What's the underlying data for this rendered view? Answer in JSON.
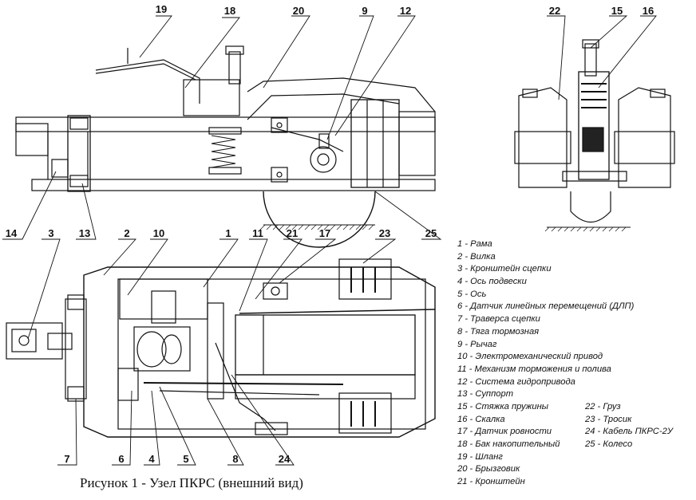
{
  "callouts": {
    "n1": "1",
    "n2": "2",
    "n3": "3",
    "n4": "4",
    "n5": "5",
    "n6": "6",
    "n7": "7",
    "n8": "8",
    "n9": "9",
    "n10": "10",
    "n11": "11",
    "n12": "12",
    "n13": "13",
    "n14": "14",
    "n15": "15",
    "n16": "16",
    "n17": "17",
    "n18": "18",
    "n19": "19",
    "n20": "20",
    "n21": "21",
    "n22": "22",
    "n23": "23",
    "n24": "24",
    "n25": "25"
  },
  "legend": [
    "1 - Рама",
    "2 - Вилка",
    "3 - Кронштейн сцепки",
    "4 - Ось подвески",
    "5 - Ось",
    "6 - Датчик линейных перемещений (ДЛП)",
    "7 - Траверса сцепки",
    "8 - Тяга тормозная",
    "9 - Рычаг",
    "10 - Электромеханический привод",
    "11 - Механизм торможения и полива",
    "12 - Система гидропривода",
    "13 - Суппорт"
  ],
  "legend_pairs": [
    [
      "15 - Стяжка пружины",
      "22 - Груз"
    ],
    [
      "16 - Скалка",
      "23 - Тросик"
    ],
    [
      "17 - Датчик ровности",
      "24 - Кабель ПКРС-2У"
    ],
    [
      "18 - Бак накопительный",
      "25 - Колесо"
    ]
  ],
  "legend_tail": [
    "19 - Шланг",
    "20 - Брызговик",
    "21 - Кронштейн"
  ],
  "caption": "Рисунок 1 - Узел ПКРС (внешний вид)"
}
